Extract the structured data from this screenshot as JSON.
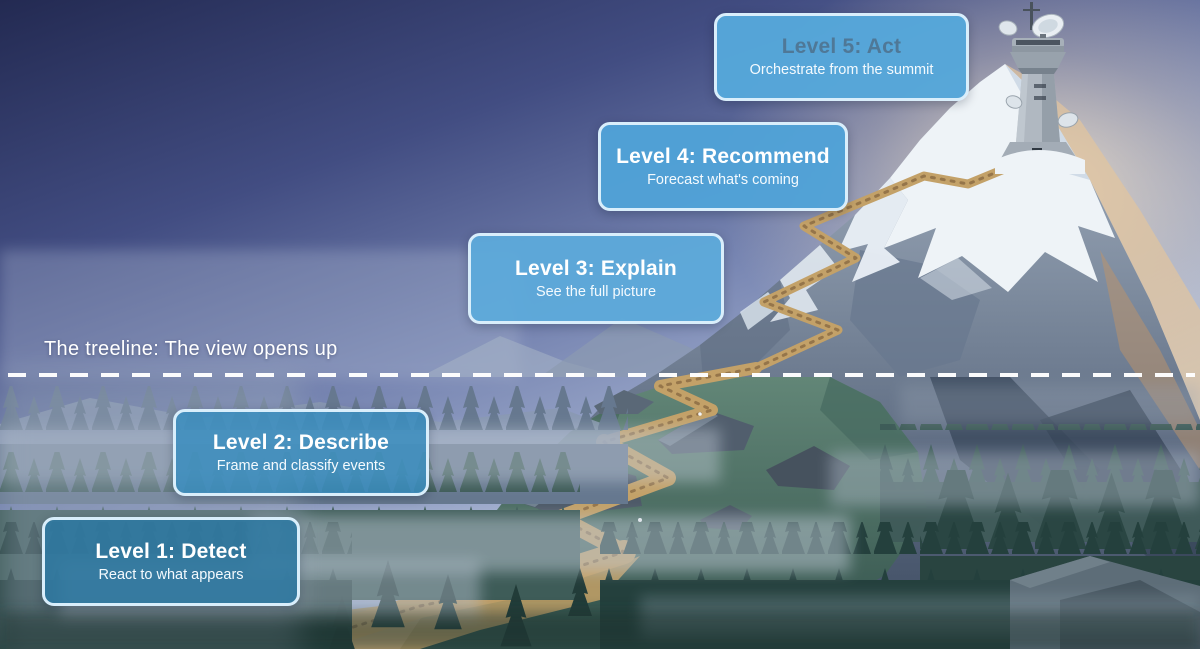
{
  "treeline": {
    "label": "The treeline: The view opens up"
  },
  "levels": [
    {
      "title": "Level 1: Detect",
      "subtitle": "React to what appears",
      "fill": "rgba(44,120,160,0.88)",
      "title_color": "#ffffff"
    },
    {
      "title": "Level 2: Describe",
      "subtitle": "Frame and classify events",
      "fill": "rgba(58,141,190,0.85)",
      "title_color": "#ffffff"
    },
    {
      "title": "Level 3: Explain",
      "subtitle": "See the full picture",
      "fill": "rgba(92,170,219,0.94)",
      "title_color": "#ffffff"
    },
    {
      "title": "Level 4: Recommend",
      "subtitle": "Forecast what's coming",
      "fill": "rgba(80,162,215,0.96)",
      "title_color": "#ffffff"
    },
    {
      "title": "Level 5: Act",
      "subtitle": "Orchestrate from the summit",
      "fill": "rgba(86,167,218,0.97)",
      "title_color": "#4f7897"
    }
  ],
  "colors": {
    "badge_border": "#d9eefb",
    "badge_subtitle": "#f4fafe",
    "treeline_label": "#ffffff",
    "treeline_dash": "#ffffff",
    "sky_top": "#232a52",
    "sky_horizon": "#ccd7e6",
    "sun_glow": "#f8e7c8",
    "snow": "#eef3f7",
    "rock": "#7c8a9d",
    "sunlit_rock": "#e2c49c",
    "slope_green": "#4a6c62",
    "path_tan": "#c3a168",
    "forest_dark": "#24403d",
    "mist": "#c5cfdb"
  }
}
